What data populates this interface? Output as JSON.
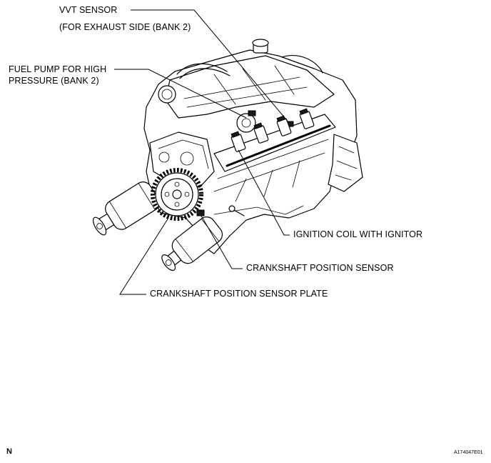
{
  "colors": {
    "ink": "#000000",
    "background": "#ffffff"
  },
  "labels": {
    "vvt_sensor": "VVT SENSOR",
    "vvt_sensor_note": "(FOR EXHAUST SIDE (BANK 2)",
    "fuel_pump_line1": "FUEL PUMP FOR HIGH",
    "fuel_pump_line2": "PRESSURE (BANK 2)",
    "ignition_coil": "IGNITION COIL WITH IGNITOR",
    "crank_sensor": "CRANKSHAFT POSITION SENSOR",
    "crank_plate": "CRANKSHAFT POSITION SENSOR PLATE"
  },
  "footer": {
    "orientation": "N",
    "figure_id": "A174047E01"
  }
}
